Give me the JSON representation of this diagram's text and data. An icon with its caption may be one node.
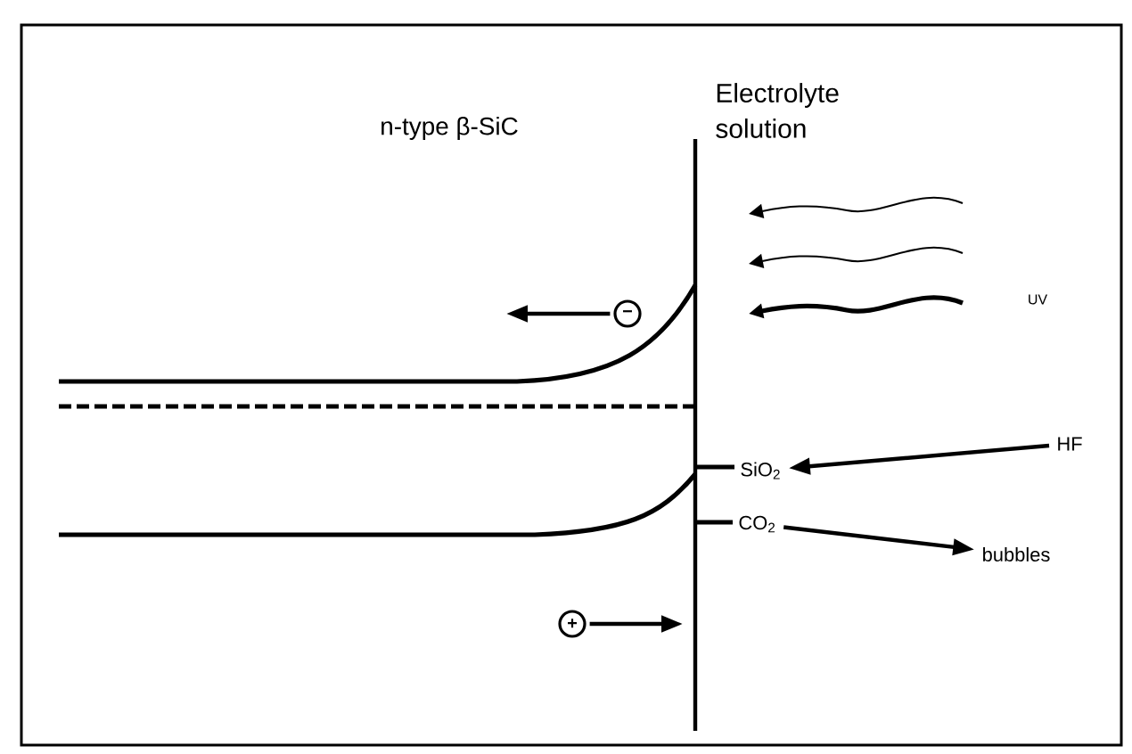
{
  "diagram": {
    "nodes": [
      {
        "text": [
          "HF"
        ]
      },
      {
        "text": [
          "SiO$_{2}$"
        ]
      },
      {
        "text": [
          "CO$_{2}$"
        ]
      },
      {
        "text": [
          "bubbles"
        ]
      },
      {
        "text": [
          "+"
        ]
      },
      {
        "text": [
          "−"
        ]
      }
    ],
    "edges": [
      {
        "from": 0,
        "to": 1,
        "arrow": "to"
      },
      {
        "from": 2,
        "to": 3,
        "arrow": "to"
      },
      {
        "from": 5,
        "to": null,
        "arrow": "to"
      },
      {
        "from": 4,
        "to": null,
        "arrow": "to"
      }
    ],
    "labels": [
      "n-type β-SiC",
      "Electrolyte solution",
      "UV"
    ]
  }
}
